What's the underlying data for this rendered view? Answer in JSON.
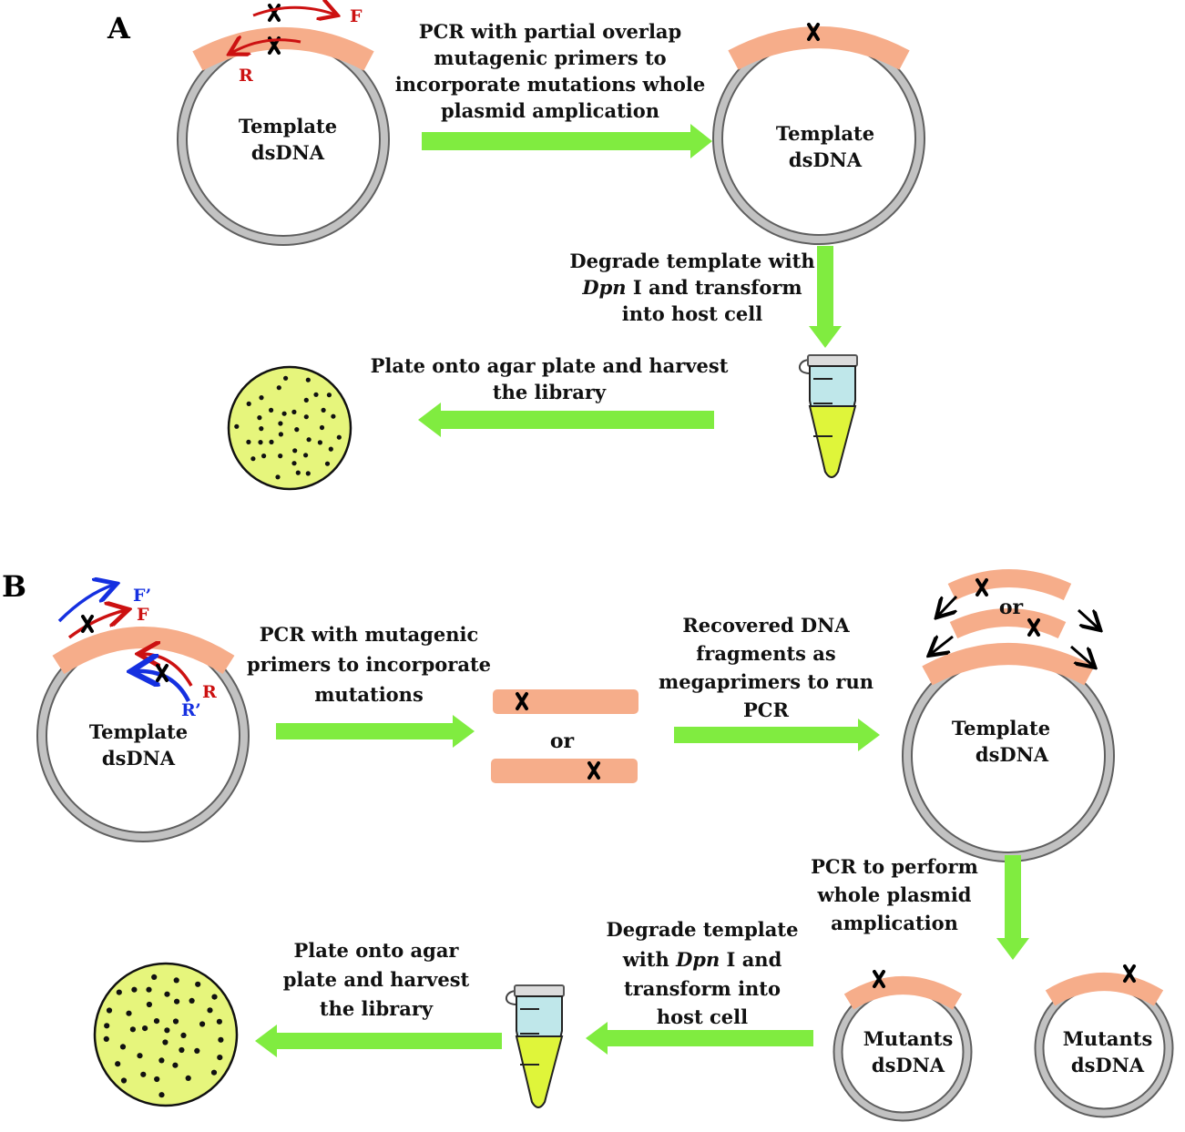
{
  "panelA": {
    "label": "A",
    "plasmid1": {
      "label_line1": "Template",
      "label_line2": "dsDNA",
      "primer_f": "F",
      "primer_r": "R"
    },
    "step1": {
      "line1": "PCR with partial overlap",
      "line2": "mutagenic primers to",
      "line3": "incorporate mutations whole",
      "line4": "plasmid amplication"
    },
    "plasmid2": {
      "label_line1": "Template",
      "label_line2": "dsDNA"
    },
    "step2": {
      "line1": "Degrade template with",
      "line2_italic": "Dpn",
      "line2_rest": " I and transform",
      "line3": "into host cell"
    },
    "step3": {
      "line1": "Plate onto agar plate and harvest",
      "line2": "the library"
    }
  },
  "panelB": {
    "label": "B",
    "plasmid1": {
      "label_line1": "Template",
      "label_line2": "dsDNA",
      "primer_f": "F",
      "primer_f2": "F’",
      "primer_r": "R",
      "primer_r2": "R’"
    },
    "step1": {
      "line1": "PCR with mutagenic",
      "line2": "primers to incorporate",
      "line3": "mutations"
    },
    "fragments": {
      "or": "or"
    },
    "step2": {
      "line1": "Recovered DNA",
      "line2": "fragments as",
      "line3": "megaprimers to run",
      "line4": "PCR"
    },
    "plasmid2": {
      "label_line1": "Template",
      "label_line2": "dsDNA",
      "or": "or"
    },
    "step3": {
      "line1": "PCR to  perform",
      "line2": "whole plasmid",
      "line3": "amplication"
    },
    "mutant1": {
      "label_line1": "Mutants",
      "label_line2": "dsDNA"
    },
    "mutant2": {
      "label_line1": "Mutants",
      "label_line2": "dsDNA"
    },
    "step4": {
      "line1": "Degrade template",
      "line2_italic": "Dpn",
      "line2_pre": "with ",
      "line2_rest": " I and",
      "line3": "transform into",
      "line4": "host cell"
    },
    "step5": {
      "line1": "Plate onto agar",
      "line2": "plate and harvest",
      "line3": "the library"
    }
  },
  "colors": {
    "arrow": "#80ec40",
    "insert": "#f6ad8a",
    "plasmid_ring": "#bdbdbd",
    "agar": "#e6f57c",
    "primer_red": "#cc1111",
    "primer_blue": "#1530e0"
  }
}
